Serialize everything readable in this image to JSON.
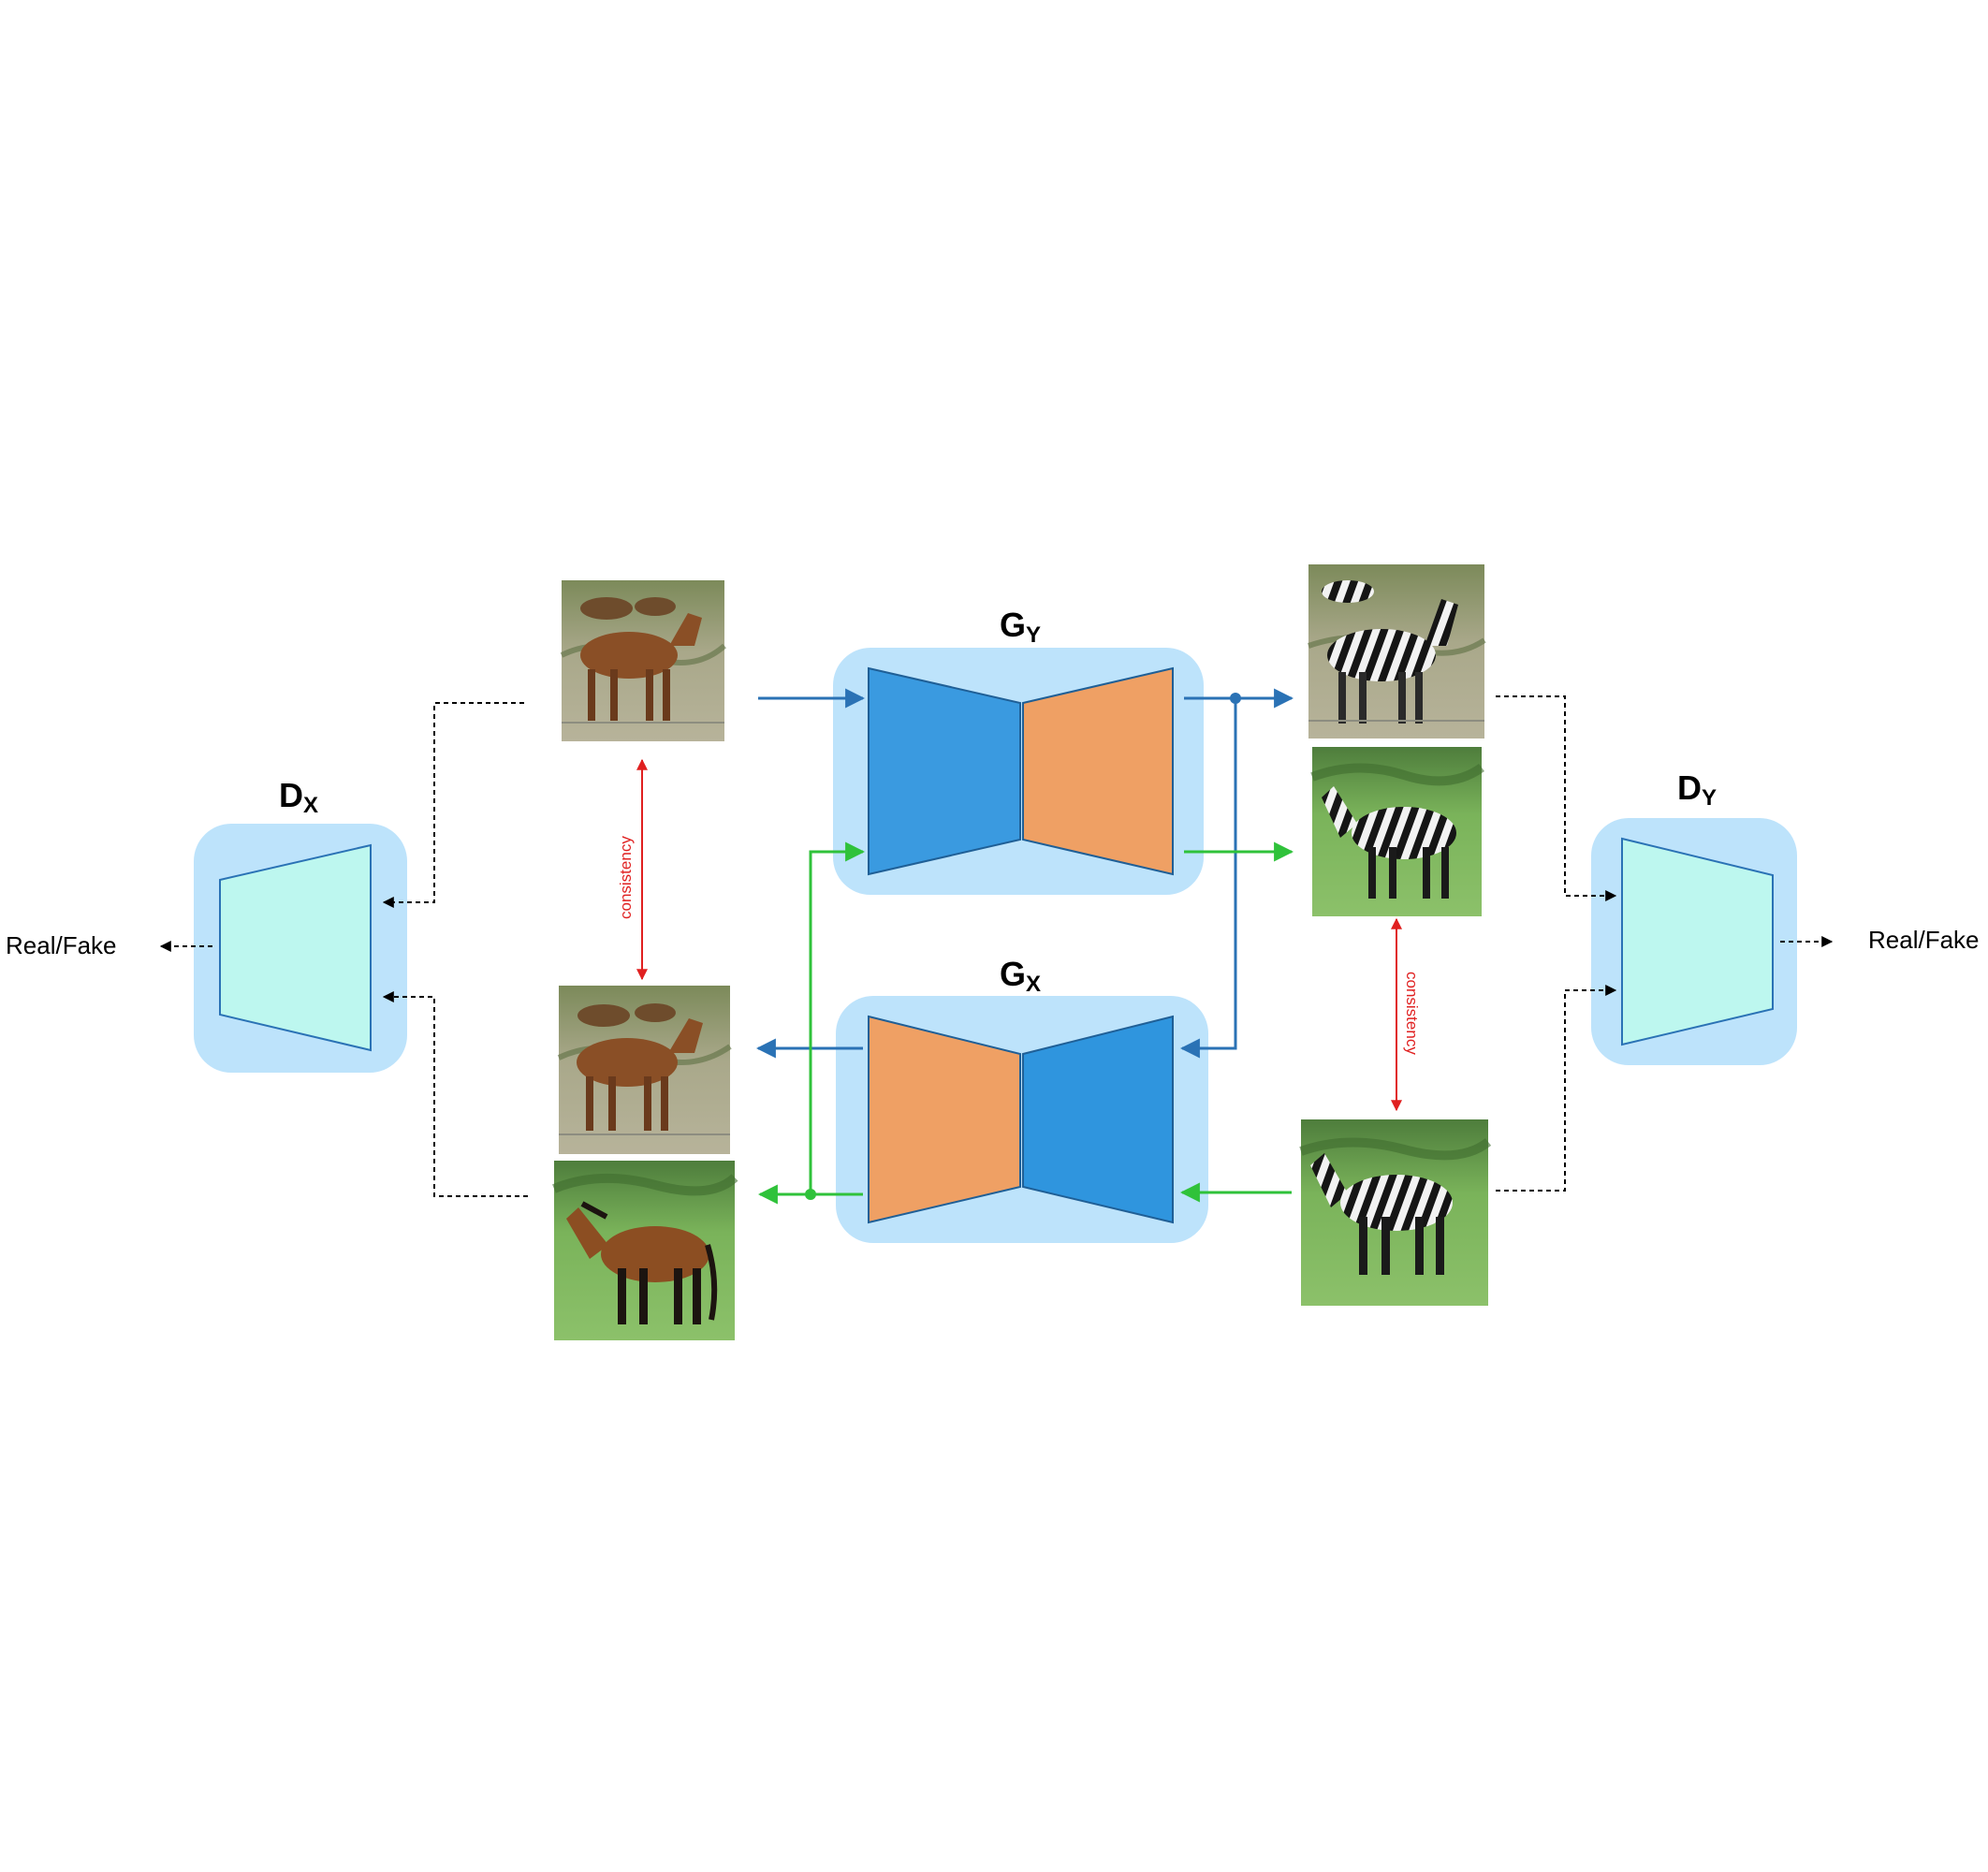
{
  "diagram": {
    "discriminator_x": {
      "letter": "D",
      "subscript": "X"
    },
    "discriminator_y": {
      "letter": "D",
      "subscript": "Y"
    },
    "generator_y": {
      "letter": "G",
      "subscript": "Y"
    },
    "generator_x": {
      "letter": "G",
      "subscript": "X"
    },
    "output_left": "Real/Fake",
    "output_right": "Real/Fake",
    "consistency_left": "consistency",
    "consistency_right": "consistency"
  },
  "colors": {
    "box_bg": "#bde3fb",
    "encoder": "#3a9ae0",
    "decoder": "#efa064",
    "discriminator": "#bdf7ef",
    "blue_path": "#2a72b5",
    "green_path": "#2fc23a",
    "consistency_arrow": "#e02020",
    "dashed": "#000000"
  },
  "images": [
    "horse-real-field-icon",
    "horse-reconstructed-field-icon",
    "horse-generated-grass-icon",
    "zebra-generated-field-icon",
    "zebra-reconstructed-grass-icon",
    "zebra-real-grass-icon"
  ]
}
